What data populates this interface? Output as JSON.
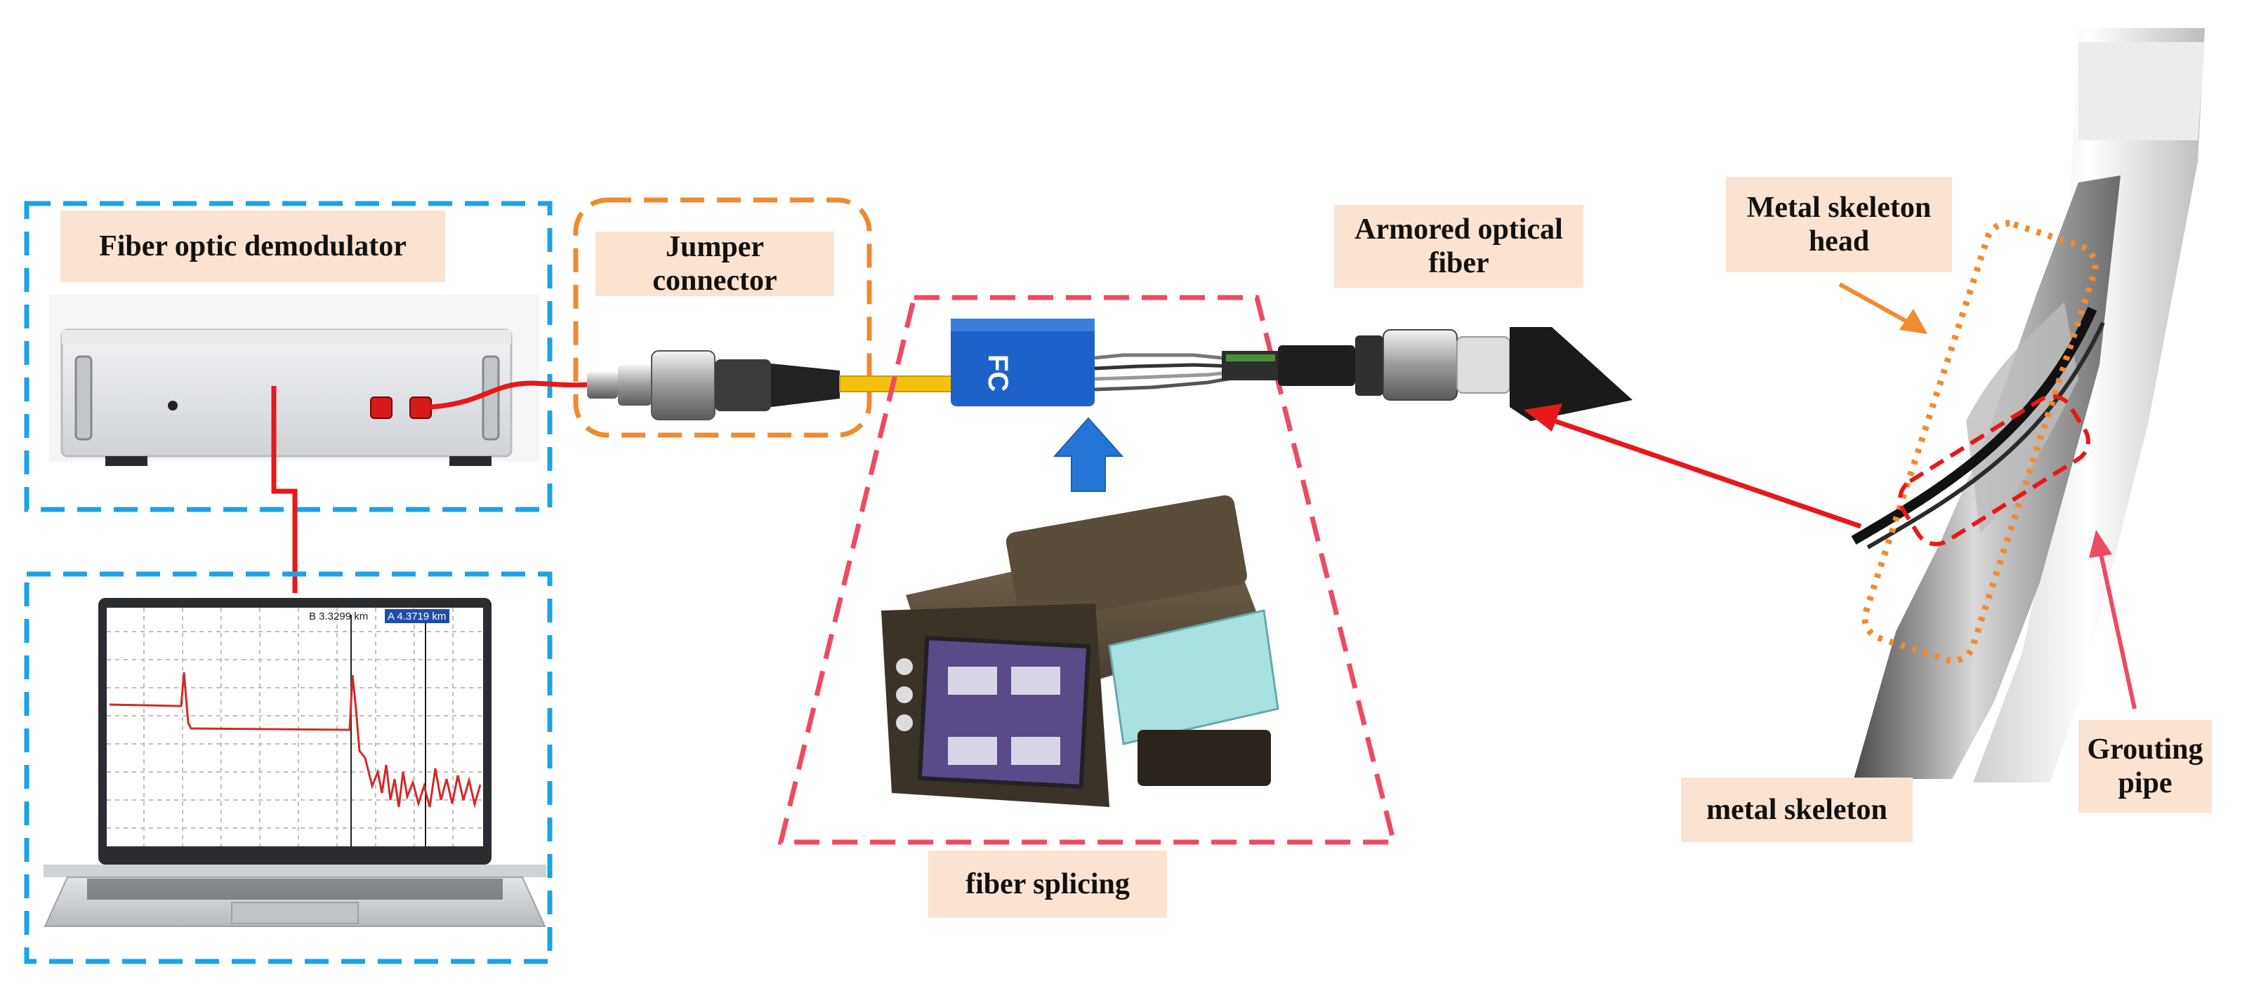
{
  "labels": {
    "demodulator": "Fiber optic demodulator",
    "jumper": "Jumper connector",
    "armored": "Armored optical fiber",
    "skeleton_head": "Metal skeleton head",
    "metal_skeleton": "metal skeleton",
    "grouting_pipe": "Grouting pipe",
    "splicing": "fiber splicing"
  },
  "device_text": {
    "connector_brand": "FC",
    "marker_b": "B 3.3299 km",
    "marker_a": "A 4.3719 km"
  },
  "colors": {
    "blue_box": "#1aa3e8",
    "orange_box": "#f08a30",
    "pink_box": "#ee4a63",
    "orange_dot": "#f28a2e",
    "red_arrow": "#e8171a",
    "trace": "#d22a2a",
    "label_bg": "#fbe3d2"
  }
}
